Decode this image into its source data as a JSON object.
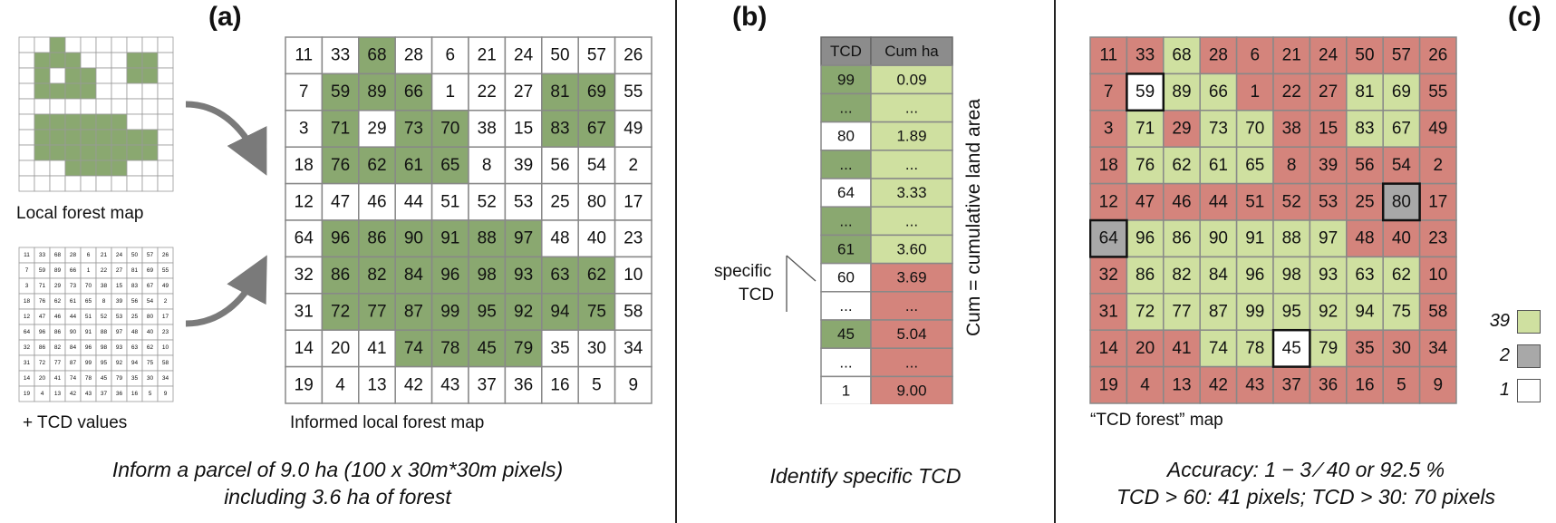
{
  "panel_a": {
    "label": "(a)",
    "forest_map_caption": "Local forest map",
    "tcd_caption": "+ TCD values",
    "informed_caption": "Informed local forest map",
    "bottom_caption_line1": "Inform a parcel of 9.0 ha (100 x 30m*30m pixels)",
    "bottom_caption_line2": "including 3.6 ha of forest"
  },
  "panel_b": {
    "label": "(b)",
    "table_headers": [
      "TCD",
      "Cum ha"
    ],
    "rows": [
      {
        "tcd": "99",
        "cum": "0.09",
        "forest": true,
        "above": true
      },
      {
        "tcd": "...",
        "cum": "...",
        "forest": true,
        "above": true
      },
      {
        "tcd": "80",
        "cum": "1.89",
        "forest": false,
        "above": true
      },
      {
        "tcd": "...",
        "cum": "...",
        "forest": true,
        "above": true
      },
      {
        "tcd": "64",
        "cum": "3.33",
        "forest": false,
        "above": true
      },
      {
        "tcd": "...",
        "cum": "...",
        "forest": true,
        "above": true
      },
      {
        "tcd": "61",
        "cum": "3.60",
        "forest": true,
        "above": true
      },
      {
        "tcd": "60",
        "cum": "3.69",
        "forest": false,
        "above": false
      },
      {
        "tcd": "...",
        "cum": "...",
        "forest": false,
        "above": false
      },
      {
        "tcd": "45",
        "cum": "5.04",
        "forest": true,
        "above": false
      },
      {
        "tcd": "...",
        "cum": "...",
        "forest": false,
        "above": false
      },
      {
        "tcd": "1",
        "cum": "9.00",
        "forest": false,
        "above": false
      }
    ],
    "specific_label_line1": "specific",
    "specific_label_line2": "TCD",
    "vertical_label": "Cum = cumulative land area",
    "bottom_caption": "Identify specific TCD"
  },
  "panel_c": {
    "label": "(c)",
    "map_caption": "“TCD forest” map",
    "legend": [
      {
        "count": "39",
        "kind": "agree"
      },
      {
        "count": "2",
        "kind": "commission"
      },
      {
        "count": "1",
        "kind": "omission"
      }
    ],
    "bottom_caption_line1": "Accuracy: 1 − 3 ⁄ 40 or 92.5 %",
    "bottom_caption_line2": "TCD > 60: 41 pixels; TCD > 30: 70 pixels"
  },
  "tcd_grid": [
    [
      11,
      33,
      68,
      28,
      6,
      21,
      24,
      50,
      57,
      26
    ],
    [
      7,
      59,
      89,
      66,
      1,
      22,
      27,
      81,
      69,
      55
    ],
    [
      3,
      71,
      29,
      73,
      70,
      38,
      15,
      83,
      67,
      49
    ],
    [
      18,
      76,
      62,
      61,
      65,
      8,
      39,
      56,
      54,
      2
    ],
    [
      12,
      47,
      46,
      44,
      51,
      52,
      53,
      25,
      80,
      17
    ],
    [
      64,
      96,
      86,
      90,
      91,
      88,
      97,
      48,
      40,
      23
    ],
    [
      32,
      86,
      82,
      84,
      96,
      98,
      93,
      63,
      62,
      10
    ],
    [
      31,
      72,
      77,
      87,
      99,
      95,
      92,
      94,
      75,
      58
    ],
    [
      14,
      20,
      41,
      74,
      78,
      45,
      79,
      35,
      30,
      34
    ],
    [
      19,
      4,
      13,
      42,
      43,
      37,
      36,
      16,
      5,
      9
    ]
  ],
  "forest_mask": [
    [
      0,
      0,
      1,
      0,
      0,
      0,
      0,
      0,
      0,
      0
    ],
    [
      0,
      1,
      1,
      1,
      0,
      0,
      0,
      1,
      1,
      0
    ],
    [
      0,
      1,
      0,
      1,
      1,
      0,
      0,
      1,
      1,
      0
    ],
    [
      0,
      1,
      1,
      1,
      1,
      0,
      0,
      0,
      0,
      0
    ],
    [
      0,
      0,
      0,
      0,
      0,
      0,
      0,
      0,
      0,
      0
    ],
    [
      0,
      1,
      1,
      1,
      1,
      1,
      1,
      0,
      0,
      0
    ],
    [
      0,
      1,
      1,
      1,
      1,
      1,
      1,
      1,
      1,
      0
    ],
    [
      0,
      1,
      1,
      1,
      1,
      1,
      1,
      1,
      1,
      0
    ],
    [
      0,
      0,
      0,
      1,
      1,
      1,
      1,
      0,
      0,
      0
    ],
    [
      0,
      0,
      0,
      0,
      0,
      0,
      0,
      0,
      0,
      0
    ]
  ],
  "colors": {
    "forest_green": "#8aa870",
    "agree_green": "#cfe0a0",
    "nonforest_red": "#d4847c",
    "commission_gray": "#a8a8a8",
    "omission_white": "#ffffff",
    "header_gray": "#8c8c8c",
    "grid_line": "#888888",
    "arrow_gray": "#7a7a7a",
    "divider": "#222222"
  }
}
